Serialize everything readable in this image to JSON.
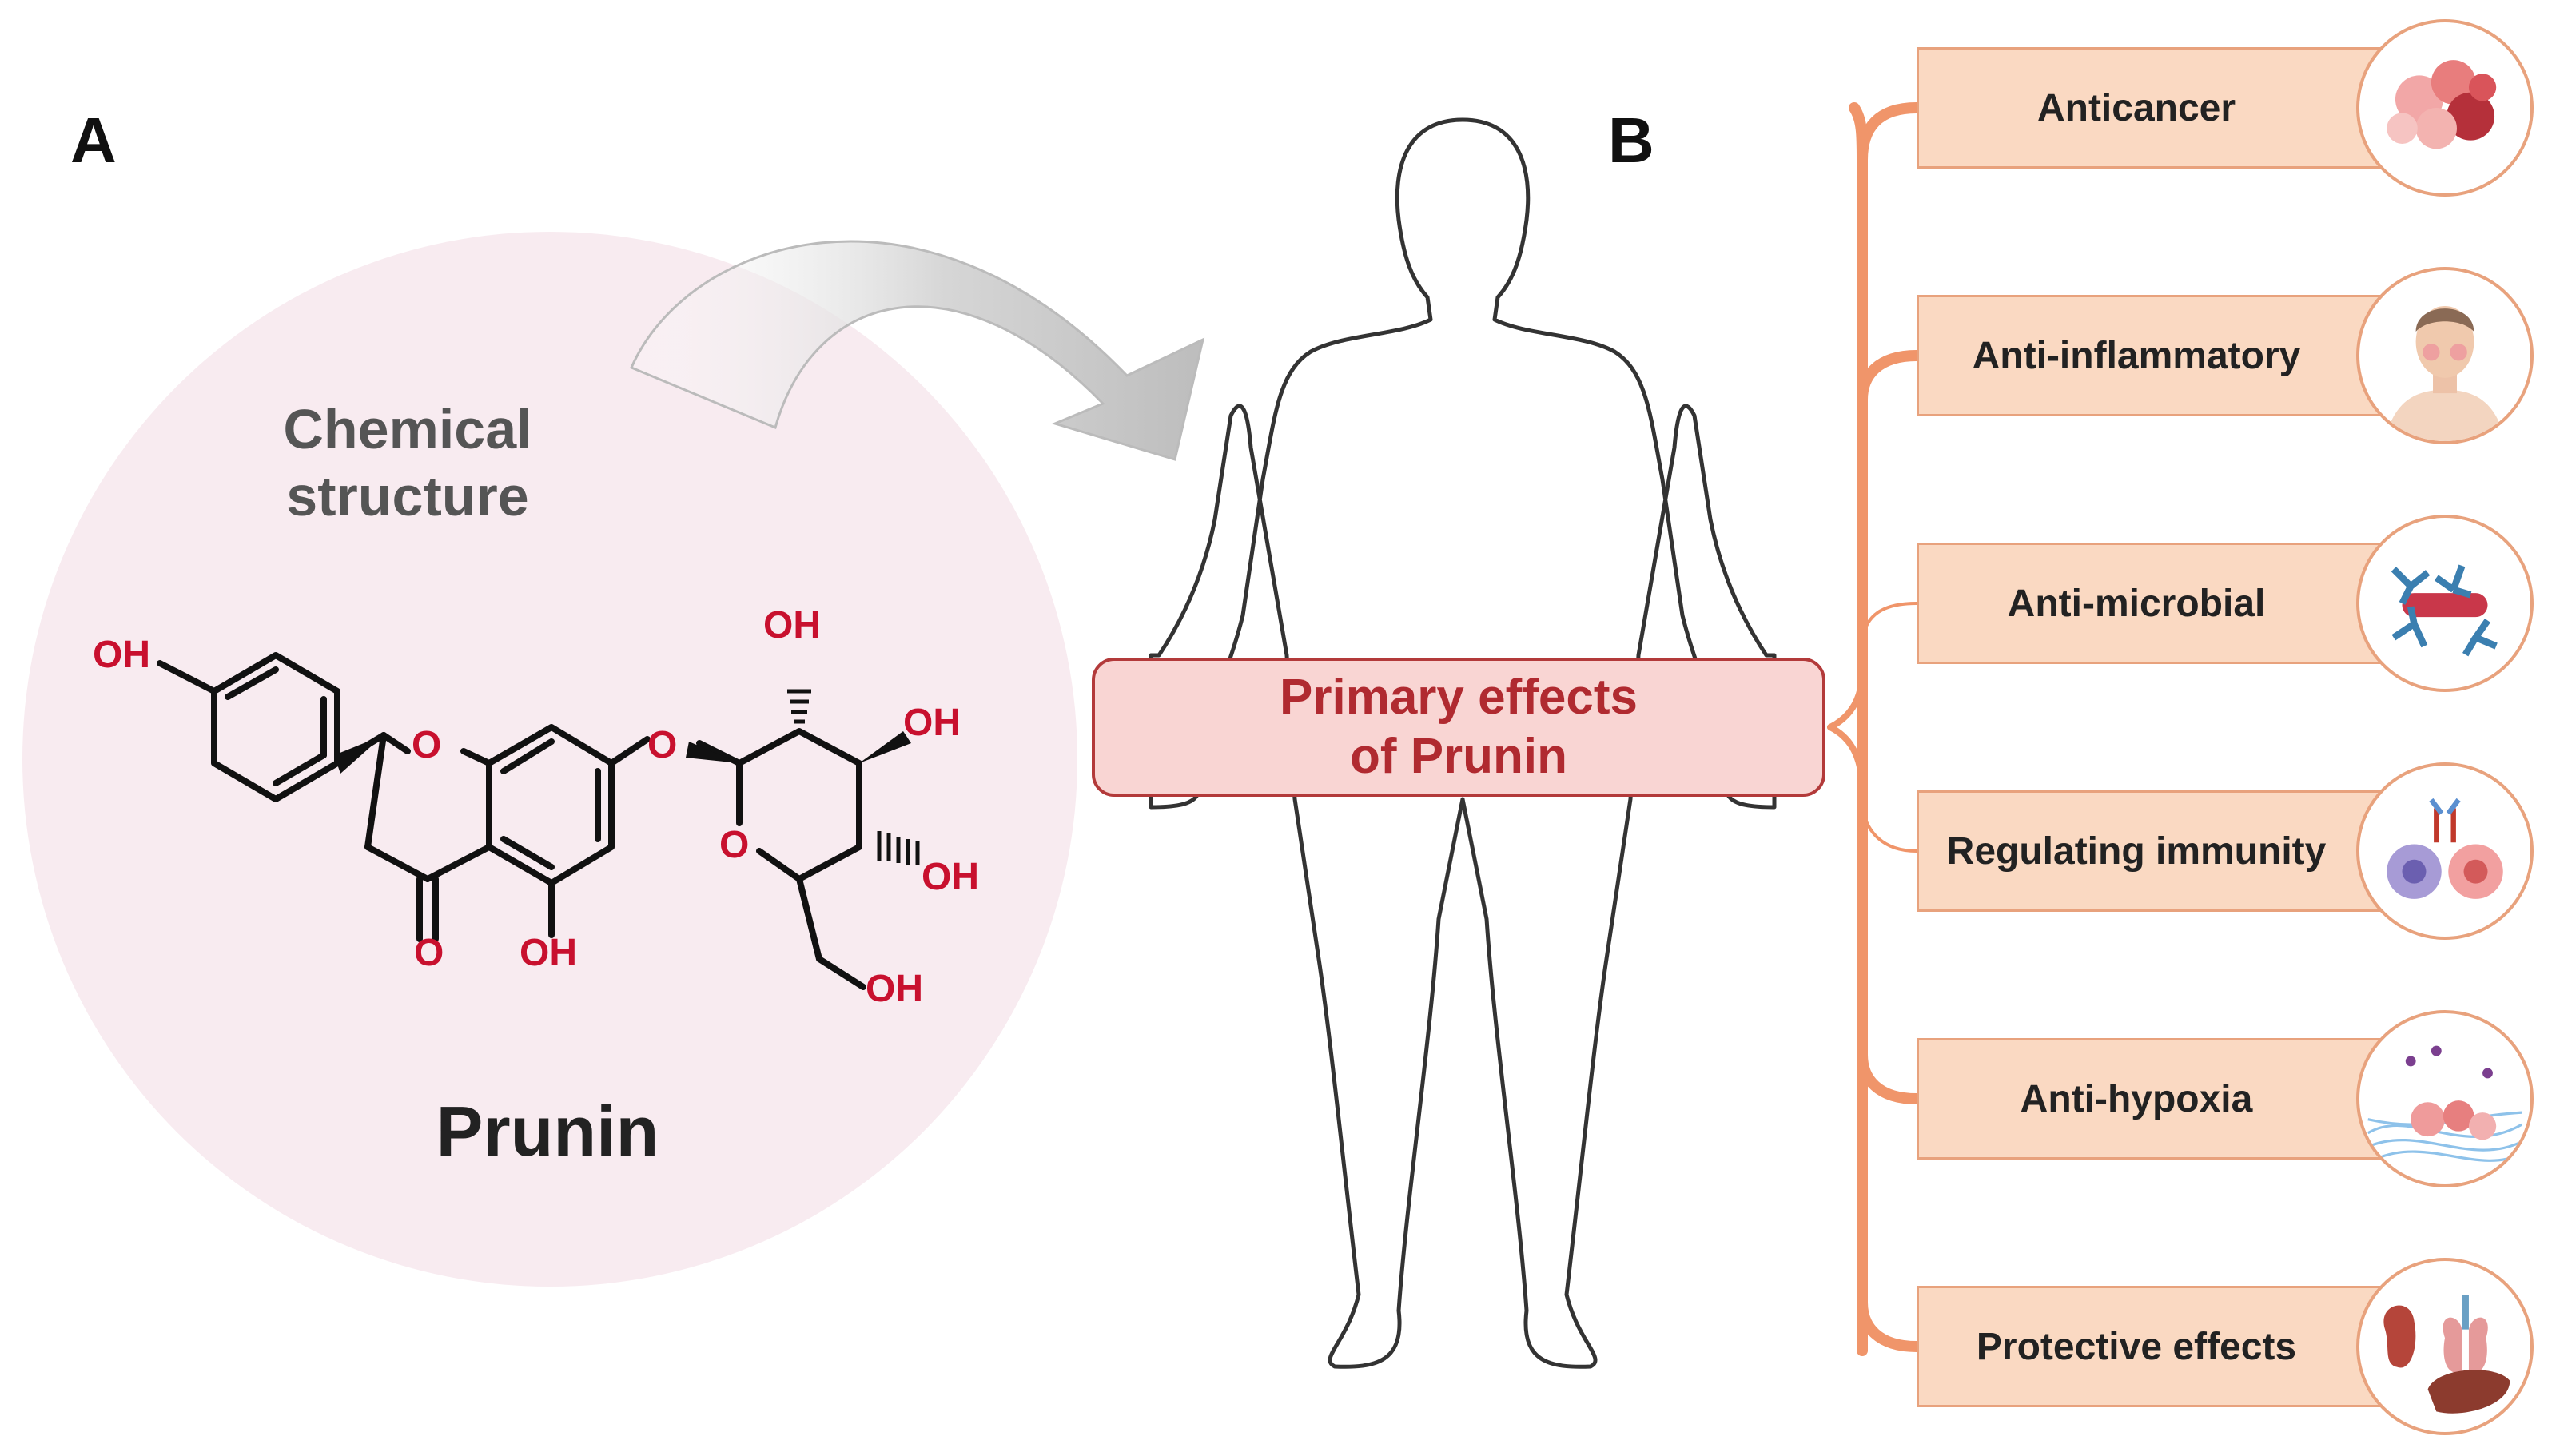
{
  "panel_a": {
    "label": "A",
    "title_line1": "Chemical",
    "title_line2": "structure",
    "compound_name": "Prunin",
    "atoms": {
      "oh_phenol": "OH",
      "o_ring": "O",
      "o_glycosidic": "O",
      "o_carbonyl": "O",
      "oh_5": "OH",
      "oh_top": "OH",
      "oh_3": "OH",
      "oh_4": "OH",
      "o_sugar_ring": "O",
      "oh_ch2": "OH"
    }
  },
  "panel_b": {
    "label": "B",
    "center_line1": "Primary effects",
    "center_line2": "of Prunin",
    "effects": [
      {
        "label": "Anticancer",
        "icon": "cancer-cells-icon"
      },
      {
        "label": "Anti-inflammatory",
        "icon": "inflamed-face-icon"
      },
      {
        "label": "Anti-microbial",
        "icon": "antibody-bacteria-icon"
      },
      {
        "label": "Regulating immunity",
        "icon": "immune-cells-icon"
      },
      {
        "label": "Anti-hypoxia",
        "icon": "hypoxia-tissue-icon"
      },
      {
        "label": "Protective effects",
        "icon": "organs-icon"
      }
    ]
  },
  "colors": {
    "circle_bg": "#f8ebf0",
    "connector": "#f0956a",
    "effect_box": "#fad9c2",
    "center_box": "#f9d5d3",
    "atom_red": "#c8102e"
  }
}
